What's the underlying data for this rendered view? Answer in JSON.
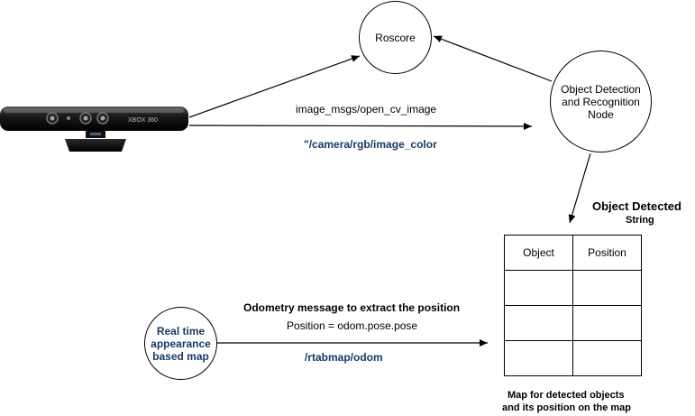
{
  "nodes": {
    "roscore": "Roscore",
    "detection": [
      "Object Detection",
      "and Recognition",
      "Node"
    ],
    "rtabmap": [
      "Real time",
      "appearance",
      "based map"
    ]
  },
  "edges": {
    "image_msg_type": "image_msgs/open_cv_image",
    "image_topic": "\"/camera/rgb/image_color",
    "odom_title": "Odometry message to extract the position",
    "odom_expr": "Position = odom.pose.pose",
    "odom_topic": "/rtabmap/odom"
  },
  "output": {
    "title": "Object Detected",
    "type": "String"
  },
  "map_table": {
    "headers": [
      "Object",
      "Position"
    ],
    "rows": [
      [
        "",
        ""
      ],
      [
        "",
        ""
      ],
      [
        "",
        ""
      ]
    ],
    "caption": [
      "Map for detected objects",
      "and its position on the map"
    ]
  },
  "camera": {
    "icon": "kinect-sensor-icon",
    "brand": "XBOX 360"
  },
  "colors": {
    "topic_text": "#1a3a66",
    "stroke": "#000000"
  }
}
